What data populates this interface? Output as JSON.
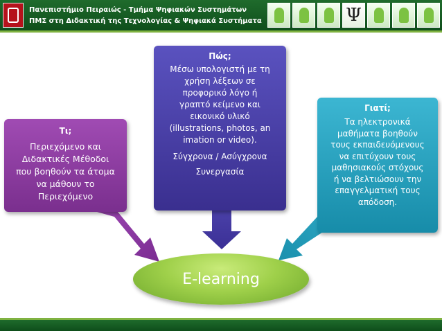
{
  "header": {
    "line1": "Πανεπιστήμιο Πειραιώς - Τμήμα Ψηφιακών Συστημάτων",
    "line2": "ΠΜΣ στη Διδακτική της Τεχνολογίας & Ψηφιακά Συστήματα",
    "psi_symbol": "Ψ",
    "icons": [
      "university-logo",
      "figure-icon",
      "figure-icon",
      "figure-icon",
      "figure-icon",
      "psi-logo",
      "figure-icon",
      "figure-icon",
      "figure-icon"
    ]
  },
  "boxes": {
    "ti": {
      "title": "Τι;",
      "lines": [
        "Περιεχόμενο και",
        "Διδακτικές Μέθοδοι",
        "που βοηθούν τα άτομα",
        "να μάθουν το",
        "Περιεχόμενο"
      ]
    },
    "pos": {
      "title": "Πώς;",
      "lines": [
        "Μέσω υπολογιστή με τη",
        "χρήση λέξεων σε",
        "προφορικό λόγο ή",
        "γραπτό κείμενο και",
        "εικονικό υλικό",
        "(illustrations, photos, an",
        "imation or video)."
      ],
      "extra1": "Σύγχρονα / Ασύγχρονα",
      "extra2": "Συνεργασία"
    },
    "giati": {
      "title": "Γιατί;",
      "lines": [
        "Τα ηλεκτρονικά",
        "μαθήματα βοηθούν",
        "τους εκπαιδευόμενους",
        "να επιτύχουν τους",
        "μαθησιακούς στόχους",
        "ή να βελτιώσουν την",
        "επαγγελματική τους",
        "απόδοση."
      ]
    }
  },
  "center": {
    "label": "E-learning"
  },
  "colors": {
    "header_green": "#17602a",
    "accent_green": "#7fb241",
    "purple": "#8a3aa0",
    "indigo": "#4a40a8",
    "cyan": "#28a2c0",
    "ellipse_green": "#9fd04a"
  }
}
